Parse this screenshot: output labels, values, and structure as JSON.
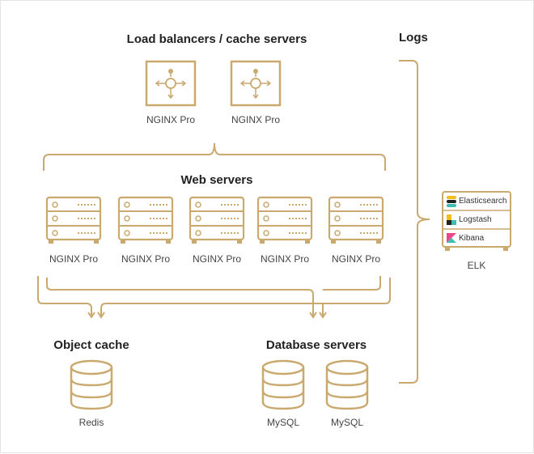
{
  "headings": {
    "load_balancers": "Load balancers / cache servers",
    "web_servers": "Web servers",
    "object_cache": "Object cache",
    "database_servers": "Database servers",
    "logs": "Logs"
  },
  "load_balancers": [
    {
      "label": "NGINX Pro",
      "icon": "load-balancer-icon"
    },
    {
      "label": "NGINX Pro",
      "icon": "load-balancer-icon"
    }
  ],
  "web_servers": [
    {
      "label": "NGINX Pro",
      "icon": "server-rack-icon"
    },
    {
      "label": "NGINX Pro",
      "icon": "server-rack-icon"
    },
    {
      "label": "NGINX Pro",
      "icon": "server-rack-icon"
    },
    {
      "label": "NGINX Pro",
      "icon": "server-rack-icon"
    },
    {
      "label": "NGINX Pro",
      "icon": "server-rack-icon"
    }
  ],
  "object_cache": [
    {
      "label": "Redis",
      "icon": "database-icon"
    }
  ],
  "database_servers": [
    {
      "label": "MySQL",
      "icon": "database-icon"
    },
    {
      "label": "MySQL",
      "icon": "database-icon"
    }
  ],
  "elk": {
    "label": "ELK",
    "items": [
      {
        "label": "Elasticsearch",
        "icon": "elasticsearch-icon"
      },
      {
        "label": "Logstash",
        "icon": "logstash-icon"
      },
      {
        "label": "Kibana",
        "icon": "kibana-icon"
      }
    ]
  },
  "colors": {
    "accent": "#c9a96e",
    "text": "#333333",
    "elasticsearch_a": "#f0bf1a",
    "elasticsearch_b": "#3ebeb0",
    "logstash_a": "#f0bf1a",
    "logstash_b": "#222222",
    "kibana_a": "#e8478b",
    "kibana_b": "#3ebeb0"
  }
}
